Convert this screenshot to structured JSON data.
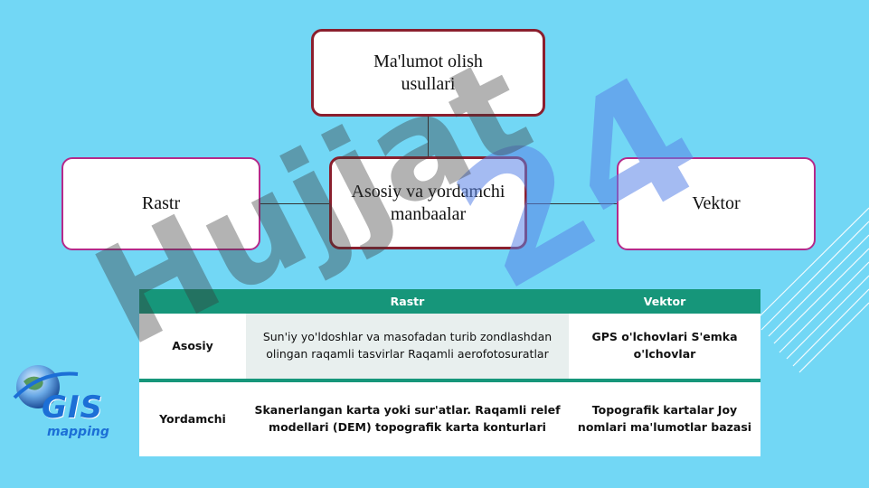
{
  "diagram": {
    "top": "Ma'lumot olish usullari",
    "left": "Rastr",
    "center": "Asosiy va yordamchi manbaalar",
    "right": "Vektor"
  },
  "table": {
    "headers": [
      "",
      "Rastr",
      "Vektor"
    ],
    "rows": [
      {
        "label": "Asosiy",
        "rastr": "Sun'iy yo'ldoshlar va masofadan turib zondlashdan olingan raqamli tasvirlar Raqamli aerofotosuratlar",
        "vektor": "GPS o'lchovlari S'emka o'lchovlar"
      },
      {
        "label": "Yordamchi",
        "rastr": "Skanerlangan karta yoki sur'atlar. Raqamli relef modellari (DEM) topografik karta konturlari",
        "vektor": "Topografik kartalar Joy nomlari ma'lumotlar bazasi"
      }
    ]
  },
  "watermark": {
    "primary": "Hujjat",
    "secondary": "24"
  },
  "logo": {
    "title": "GIS",
    "subtitle": "mapping"
  },
  "colors": {
    "background": "#72d7f5",
    "table_header": "#16967a",
    "box_border_dark": "#8b1f2e",
    "box_border_pink": "#b5298a"
  }
}
